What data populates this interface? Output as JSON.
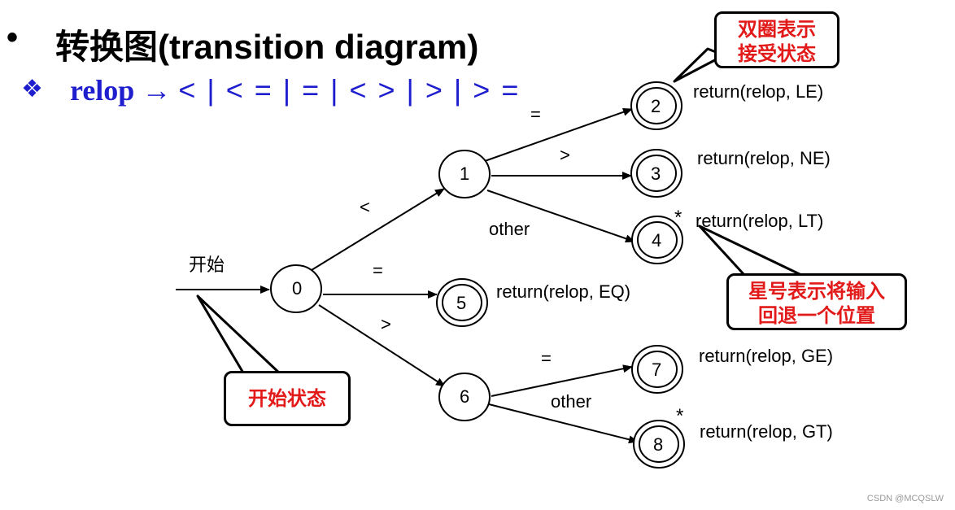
{
  "header": {
    "bullet": "•",
    "title": "转换图(transition diagram)"
  },
  "grammar": {
    "bullet_icon": "diamond-cluster-icon",
    "lhs": "relop",
    "arrow": "→",
    "rhs": "< | < = | = | < > | > | > ="
  },
  "states": [
    "0",
    "1",
    "2",
    "3",
    "4",
    "5",
    "6",
    "7",
    "8"
  ],
  "edge_labels": {
    "start": "开始",
    "e01": "<",
    "e12": "=",
    "e13": ">",
    "e14": "other",
    "e05": "=",
    "e06": ">",
    "e67": "=",
    "e68": "other"
  },
  "returns": {
    "s2": "return(relop, LE)",
    "s3": "return(relop, NE)",
    "s4": "return(relop, LT)",
    "s5": "return(relop, EQ)",
    "s7": "return(relop, GE)",
    "s8": "return(relop, GT)"
  },
  "retract_marks": {
    "s4": "*",
    "s8": "*"
  },
  "callouts": {
    "accept": "双圈表示\n接受状态",
    "retract": "星号表示将输入\n回退一个位置",
    "start": "开始状态"
  },
  "colors": {
    "callout_text": "#e21a1a",
    "grammar_text": "#1e1ecf"
  },
  "watermark": "CSDN @MCQSLW"
}
